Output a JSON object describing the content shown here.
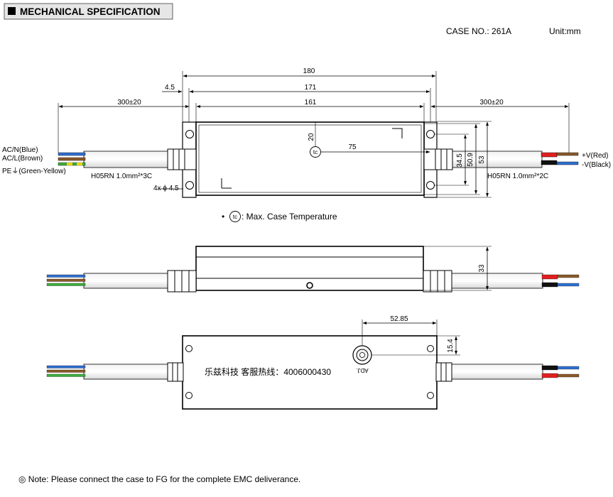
{
  "header": {
    "title": "MECHANICAL SPECIFICATION"
  },
  "case_info": {
    "case_no": "CASE NO.: 261A",
    "unit": "Unit:mm"
  },
  "top_view": {
    "dims": {
      "total_length": "180",
      "mount_pitch": "171",
      "body_length": "161",
      "edge_offset": "4.5",
      "lead_left": "300±20",
      "lead_right": "300±20",
      "tc_from_top": "20",
      "tc_from_right": "75",
      "hole_spacing": "34.5",
      "body_width": "50.9",
      "total_width": "53"
    },
    "hole_label": "4x ϕ 4.5",
    "input_wires": {
      "n_label": "AC/N(Blue)",
      "l_label": "AC/L(Brown)",
      "pe_label": "PE⏚(Green-Yellow)",
      "cable_spec": "H05RN 1.0mm²*3C"
    },
    "output_wires": {
      "pos_label": "+V(Red)",
      "neg_label": "-V(Black)",
      "cable_spec": "H05RN 1.0mm²*2C"
    },
    "tc_symbol": "tc",
    "tc_legend": ": Max. Case Temperature"
  },
  "side_view": {
    "height": "33"
  },
  "bottom_view": {
    "adj_offset": "52.85",
    "adj_height": "15.4",
    "adj_label": "ADJ.",
    "service_text": "乐兹科技 客服热线：4006000430"
  },
  "footer": {
    "note": "◎ Note: Please connect the case to FG for the complete EMC deliverance."
  },
  "colors": {
    "wire_blue": "#2f6fd0",
    "wire_brown": "#8a5a2b",
    "wire_green": "#3fae3f",
    "wire_yellow": "#e8d21c",
    "wire_red": "#e02020",
    "wire_black": "#111111",
    "case_grey": "#e6e6e6"
  }
}
